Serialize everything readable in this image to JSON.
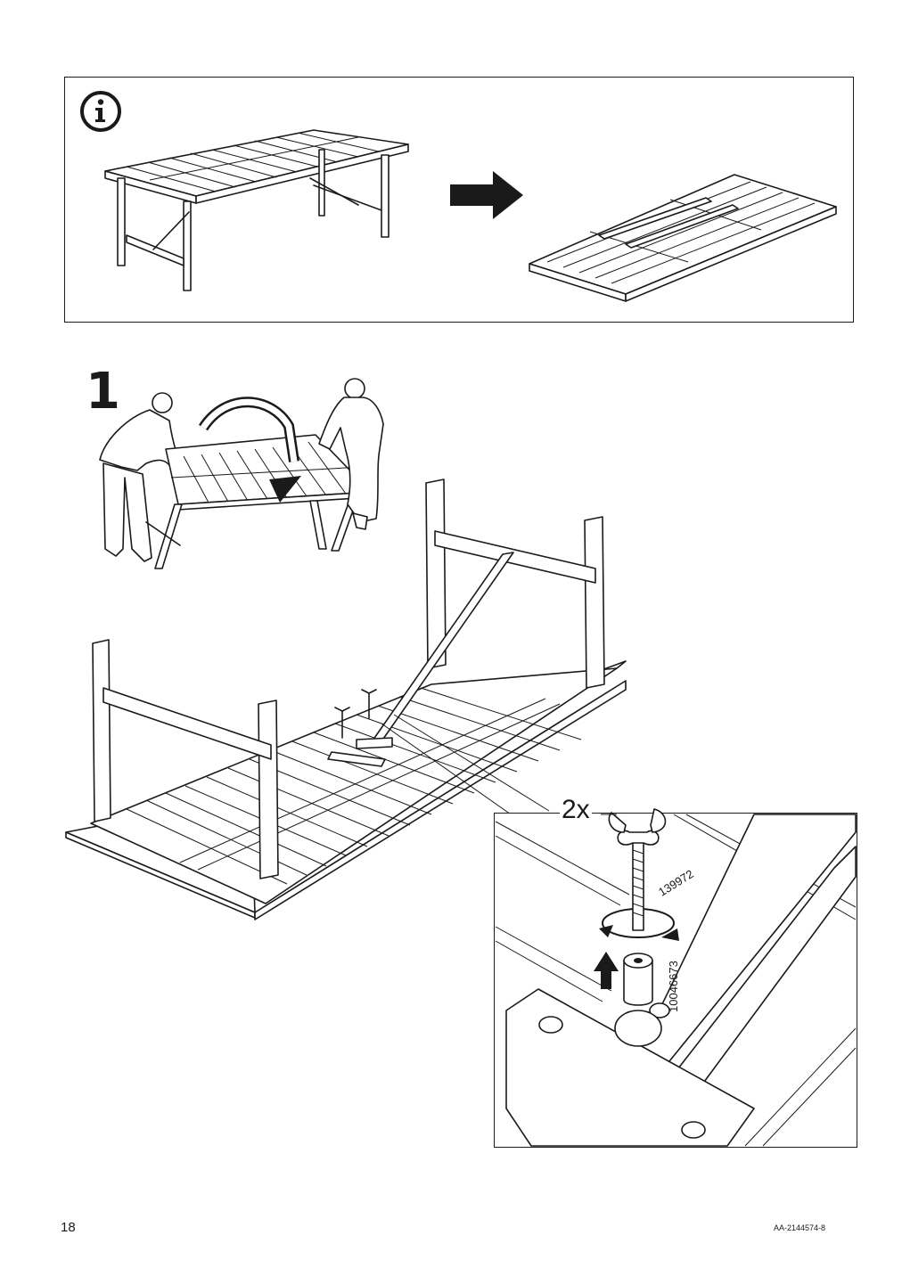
{
  "info_panel": {
    "icon": "info-icon",
    "arrow_icon": "right-arrow-icon"
  },
  "step": {
    "number": "1",
    "quantity": "2x",
    "part_numbers": [
      "139972",
      "10046673"
    ]
  },
  "footer": {
    "page_number": "18",
    "document_code": "AA-2144574-8"
  }
}
